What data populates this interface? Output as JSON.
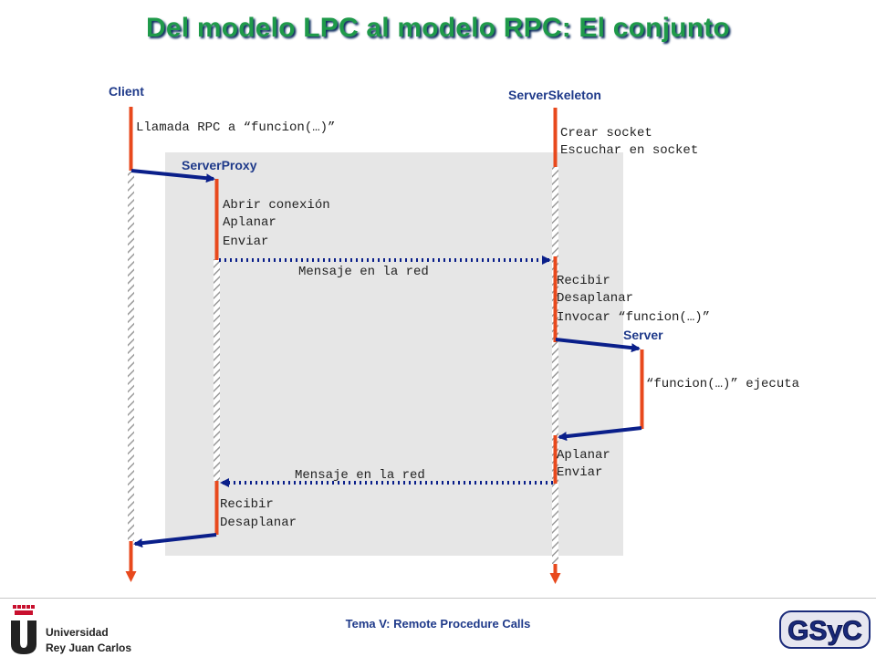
{
  "title": "Del modelo LPC al modelo RPC: El conjunto",
  "actors": {
    "client": "Client",
    "server_proxy": "ServerProxy",
    "server_skeleton": "ServerSkeleton",
    "server": "Server"
  },
  "notes": {
    "client_call": "Llamada RPC a “funcion(…)”",
    "skeleton_init_1": "Crear socket",
    "skeleton_init_2": "Escuchar en socket",
    "proxy_send_1": "Abrir conexión",
    "proxy_send_2": "Aplanar",
    "proxy_send_3": "Enviar",
    "network_msg_1": "Mensaje en la red",
    "skeleton_recv_1": "Recibir",
    "skeleton_recv_2": "Desaplanar",
    "skeleton_recv_3": "Invocar “funcion(…)”",
    "server_exec": "“funcion(…)” ejecuta",
    "skeleton_reply_1": "Aplanar",
    "skeleton_reply_2": "Enviar",
    "network_msg_2": "Mensaje en la red",
    "proxy_recv_1": "Recibir",
    "proxy_recv_2": "Desaplanar"
  },
  "colors": {
    "title": "#1f9a4a",
    "actor_label": "#1f3a8a",
    "activation": "#e8491d",
    "arrow": "#0a1f8a",
    "panel": "#e6e6e6"
  },
  "footer": {
    "text": "Tema V: Remote Procedure Calls",
    "university_line1": "Universidad",
    "university_line2": "Rey Juan Carlos",
    "logo_right": "GSyC"
  }
}
